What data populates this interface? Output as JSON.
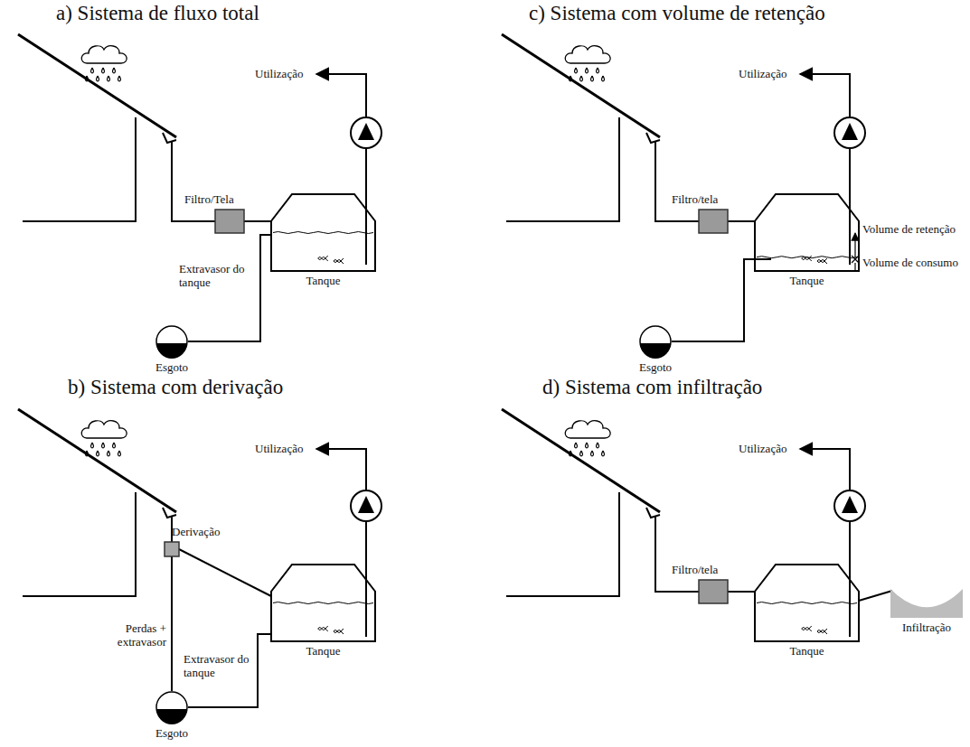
{
  "diagram": {
    "nodes": [
      {
        "text": [
          "Filtro/Tela"
        ]
      },
      {
        "text": [
          "Tanque"
        ]
      },
      {
        "text": [
          "Esgoto"
        ]
      },
      {
        "text": [
          "Filtro/tela"
        ]
      },
      {
        "text": [
          "Tanque"
        ]
      },
      {
        "text": [
          "Esgoto"
        ]
      },
      {
        "text": [
          "Derivação"
        ]
      },
      {
        "text": [
          "Tanque"
        ]
      },
      {
        "text": [
          "Esgoto"
        ]
      },
      {
        "text": [
          "Filtro/tela"
        ]
      },
      {
        "text": [
          "Tanque"
        ]
      },
      {
        "text": [
          "Infiltração"
        ]
      }
    ],
    "edges": [
      {
        "from": 0,
        "to": 1,
        "arrow": "none"
      },
      {
        "from": 1,
        "to": 2,
        "label": "Extravasor do tanque",
        "arrow": "none"
      },
      {
        "from": 3,
        "to": 4,
        "arrow": "none"
      },
      {
        "from": 4,
        "to": 5,
        "arrow": "none"
      },
      {
        "from": 6,
        "to": 7,
        "arrow": "none"
      },
      {
        "from": 6,
        "to": 8,
        "label": "Perdas + extravasor",
        "arrow": "none"
      },
      {
        "from": 7,
        "to": 8,
        "label": "Extravasor do tanque",
        "arrow": "none"
      },
      {
        "from": 9,
        "to": 10,
        "arrow": "none"
      },
      {
        "from": 10,
        "to": 11,
        "arrow": "none"
      }
    ],
    "labels": [
      "a) Sistema de fluxo total",
      "c) Sistema com volume de retenção",
      "b) Sistema com derivação",
      "d) Sistema com infiltração",
      "Utilização",
      "Utilização",
      "Volume de retenção",
      "Volume de consumo",
      "Utilização",
      "Utilização"
    ]
  }
}
